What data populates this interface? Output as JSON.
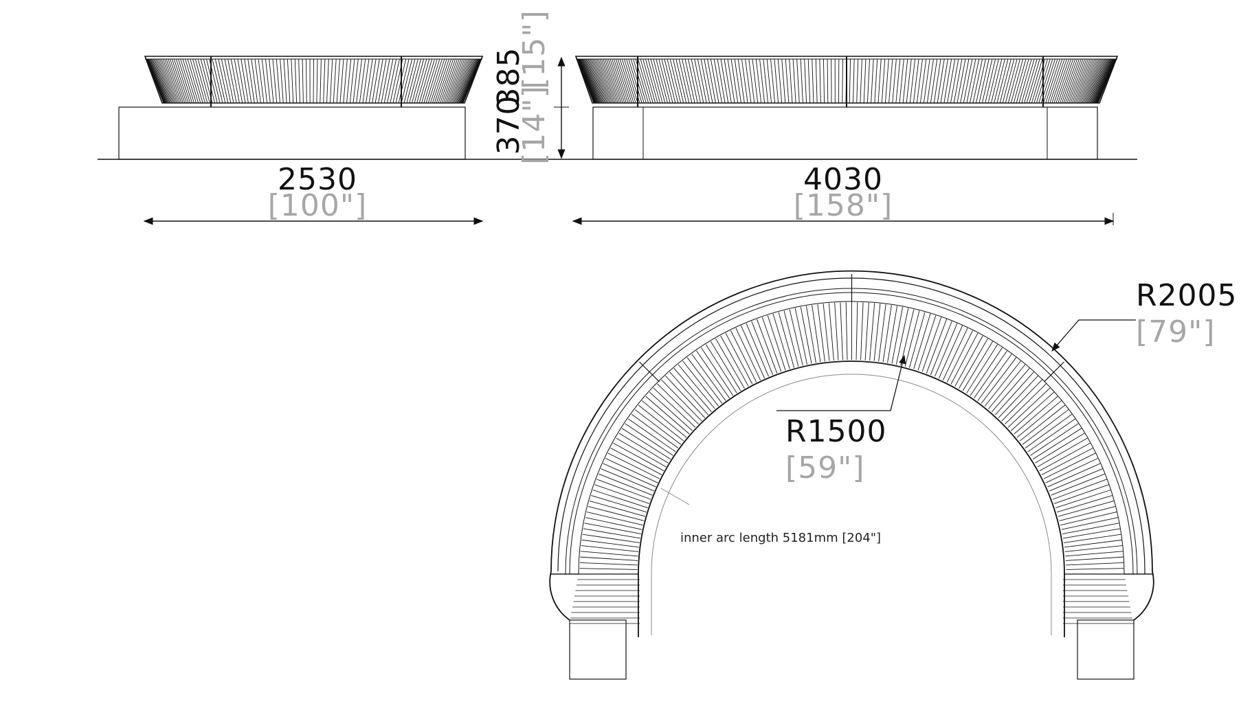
{
  "title": "",
  "colors": {
    "line": "#111111",
    "secondary": "#a6a6a6",
    "background": "#ffffff"
  },
  "elevation": {
    "left_width": {
      "mm": "2530",
      "in": "[100\"]"
    },
    "right_width": {
      "mm": "4030",
      "in": "[158\"]"
    },
    "seat_height": {
      "mm": "385",
      "in": "[15\"]"
    },
    "base_height": {
      "mm": "370",
      "in": "[14\"]"
    }
  },
  "plan": {
    "outer_radius": {
      "mm": "R2005",
      "in": "[79\"]"
    },
    "inner_radius": {
      "mm": "R1500",
      "in": "[59\"]"
    },
    "inner_arc_note": "inner arc length 5181mm [204\"]"
  }
}
